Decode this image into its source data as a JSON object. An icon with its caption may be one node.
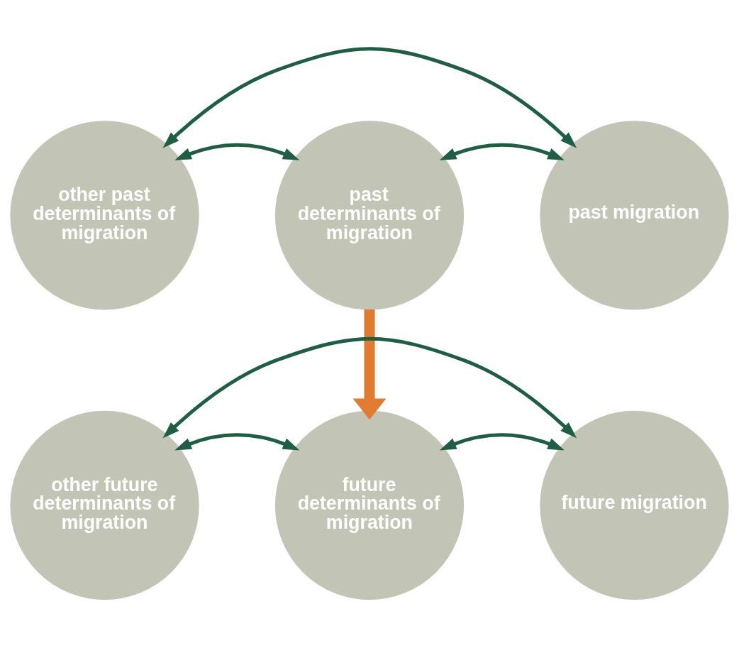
{
  "diagram": {
    "nodes": [
      {
        "text": [
          "past determinants of migration"
        ]
      },
      {
        "text": [
          "other past determinants of migration"
        ]
      },
      {
        "text": [
          "past migration"
        ]
      },
      {
        "text": [
          "future determinants of migration"
        ]
      },
      {
        "text": [
          "other future determinants of migration"
        ]
      },
      {
        "text": [
          "future migration"
        ]
      }
    ],
    "edges": [
      {
        "from": 1,
        "to": 0,
        "arrow": "both"
      },
      {
        "from": 0,
        "to": 2,
        "arrow": "both"
      },
      {
        "from": 1,
        "to": 2,
        "arrow": "both"
      },
      {
        "from": 0,
        "to": 3,
        "arrow": "to",
        "style": "thick",
        "color": "#e07b30"
      },
      {
        "from": 4,
        "to": 3,
        "arrow": "both"
      },
      {
        "from": 3,
        "to": 5,
        "arrow": "both"
      },
      {
        "from": 4,
        "to": 5,
        "arrow": "both"
      }
    ]
  }
}
